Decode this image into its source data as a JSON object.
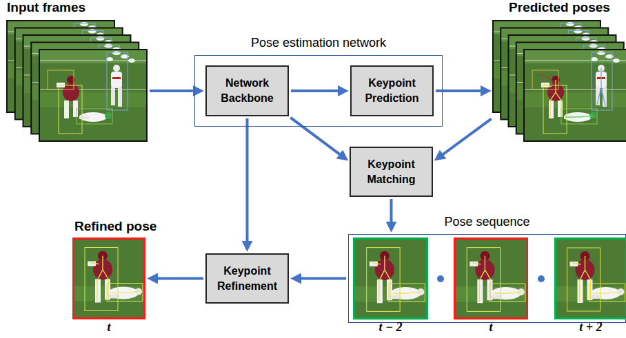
{
  "diagram": {
    "nodes": [
      {
        "text": [
          "Input frames"
        ]
      },
      {
        "text": [
          "Pose estimation network"
        ]
      },
      {
        "text": [
          "Network Backbone"
        ],
        "in": 1
      },
      {
        "text": [
          "Keypoint Prediction"
        ],
        "in": 1
      },
      {
        "text": [
          "Predicted poses"
        ]
      },
      {
        "text": [
          "Keypoint Matching"
        ]
      },
      {
        "text": [
          "Refined pose",
          "t"
        ]
      },
      {
        "text": [
          "Keypoint Refinement"
        ]
      },
      {
        "text": [
          "Pose sequence"
        ]
      },
      {
        "text": [
          "t − 2"
        ],
        "in": 8
      },
      {
        "text": [
          "t"
        ],
        "in": 8
      },
      {
        "text": [
          "t + 2"
        ],
        "in": 8
      }
    ],
    "edges": [
      {
        "from": 0,
        "to": 2,
        "arrow": "to"
      },
      {
        "from": 2,
        "to": 3,
        "arrow": "to"
      },
      {
        "from": 3,
        "to": 4,
        "arrow": "to"
      },
      {
        "from": 2,
        "to": 5,
        "arrow": "to"
      },
      {
        "from": 4,
        "to": 5,
        "arrow": "to"
      },
      {
        "from": 5,
        "to": 8,
        "arrow": "to"
      },
      {
        "from": 2,
        "to": 7,
        "arrow": "to"
      },
      {
        "from": 8,
        "to": 7,
        "arrow": "to"
      },
      {
        "from": 7,
        "to": 6,
        "arrow": "to"
      }
    ]
  }
}
